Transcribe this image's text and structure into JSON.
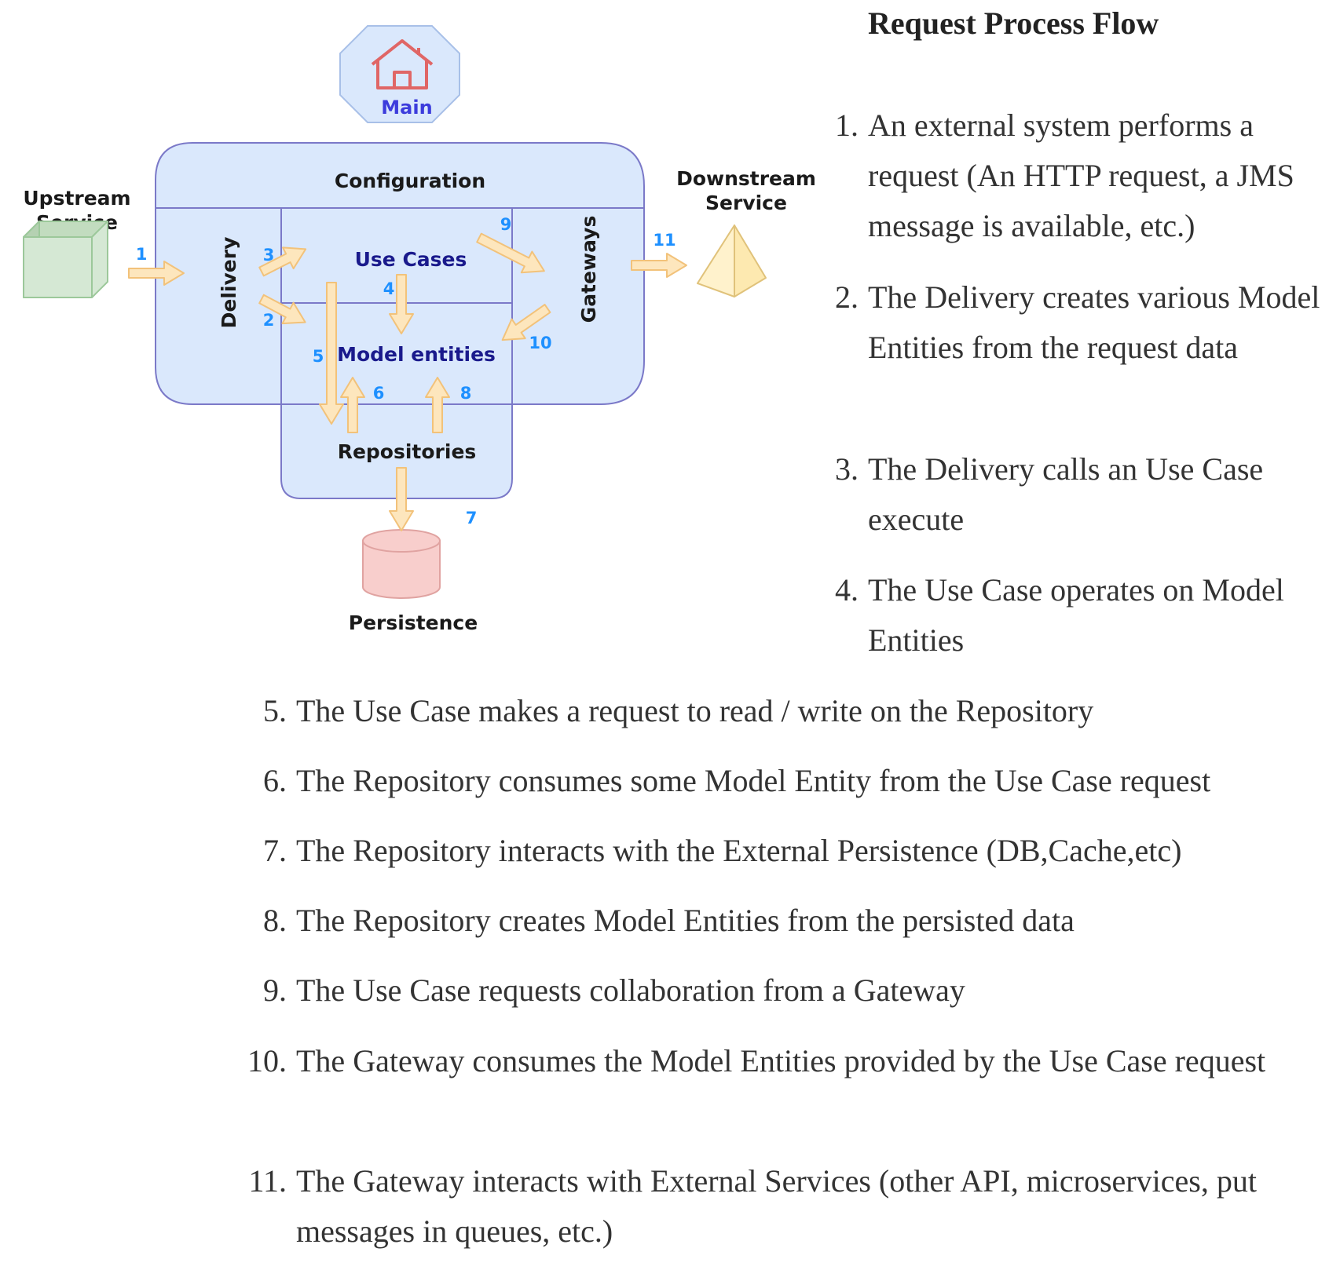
{
  "diagram": {
    "main_label": "Main",
    "configuration_label": "Configuration",
    "upstream_label_line1": "Upstream",
    "upstream_label_line2": "Service",
    "downstream_label_line1": "Downstream",
    "downstream_label_line2": "Service",
    "delivery_label": "Delivery",
    "use_cases_label": "Use Cases",
    "model_entities_label": "Model entities",
    "gateways_label": "Gateways",
    "repositories_label": "Repositories",
    "persistence_label": "Persistence",
    "arrow_numbers": [
      "1",
      "2",
      "3",
      "4",
      "5",
      "6",
      "7",
      "8",
      "9",
      "10",
      "11"
    ],
    "colors": {
      "region_fill": "#dae8fc",
      "region_stroke": "#7b79c8",
      "arrow_fill": "#fde6bd",
      "arrow_stroke": "#f2c27a",
      "main_octagon_fill": "#dae8fc",
      "house_icon": "#e06666",
      "upstream_box_fill": "#d5e8d4",
      "downstream_pyramid_fill": "#fff2cc",
      "persistence_cylinder_fill": "#f8cecc",
      "number_color": "#1e90ff"
    }
  },
  "flow": {
    "title": "Request Process Flow",
    "steps": [
      {
        "num": "1.",
        "text": "An external system performs a request (An HTTP request, a JMS message is available, etc.)"
      },
      {
        "num": "2.",
        "text": "The Delivery creates various Model Entities from the request data"
      },
      {
        "num": "3.",
        "text": "The Delivery calls an Use Case execute"
      },
      {
        "num": "4.",
        "text": "The Use Case operates on Model Entities"
      },
      {
        "num": "5.",
        "text": "The Use Case makes a request to read / write on the Repository"
      },
      {
        "num": "6.",
        "text": "The Repository consumes some Model Entity from the Use Case request"
      },
      {
        "num": "7.",
        "text": "The Repository interacts with the External Persistence (DB,Cache,etc)"
      },
      {
        "num": "8.",
        "text": "The Repository creates Model Entities from the persisted data"
      },
      {
        "num": "9.",
        "text": "The Use Case requests collaboration from a Gateway"
      },
      {
        "num": "10.",
        "text": "The Gateway consumes the Model Entities provided by the Use Case request"
      },
      {
        "num": "11.",
        "text": "The Gateway interacts with External Services (other API, microservices, put messages in queues, etc.)"
      }
    ]
  }
}
